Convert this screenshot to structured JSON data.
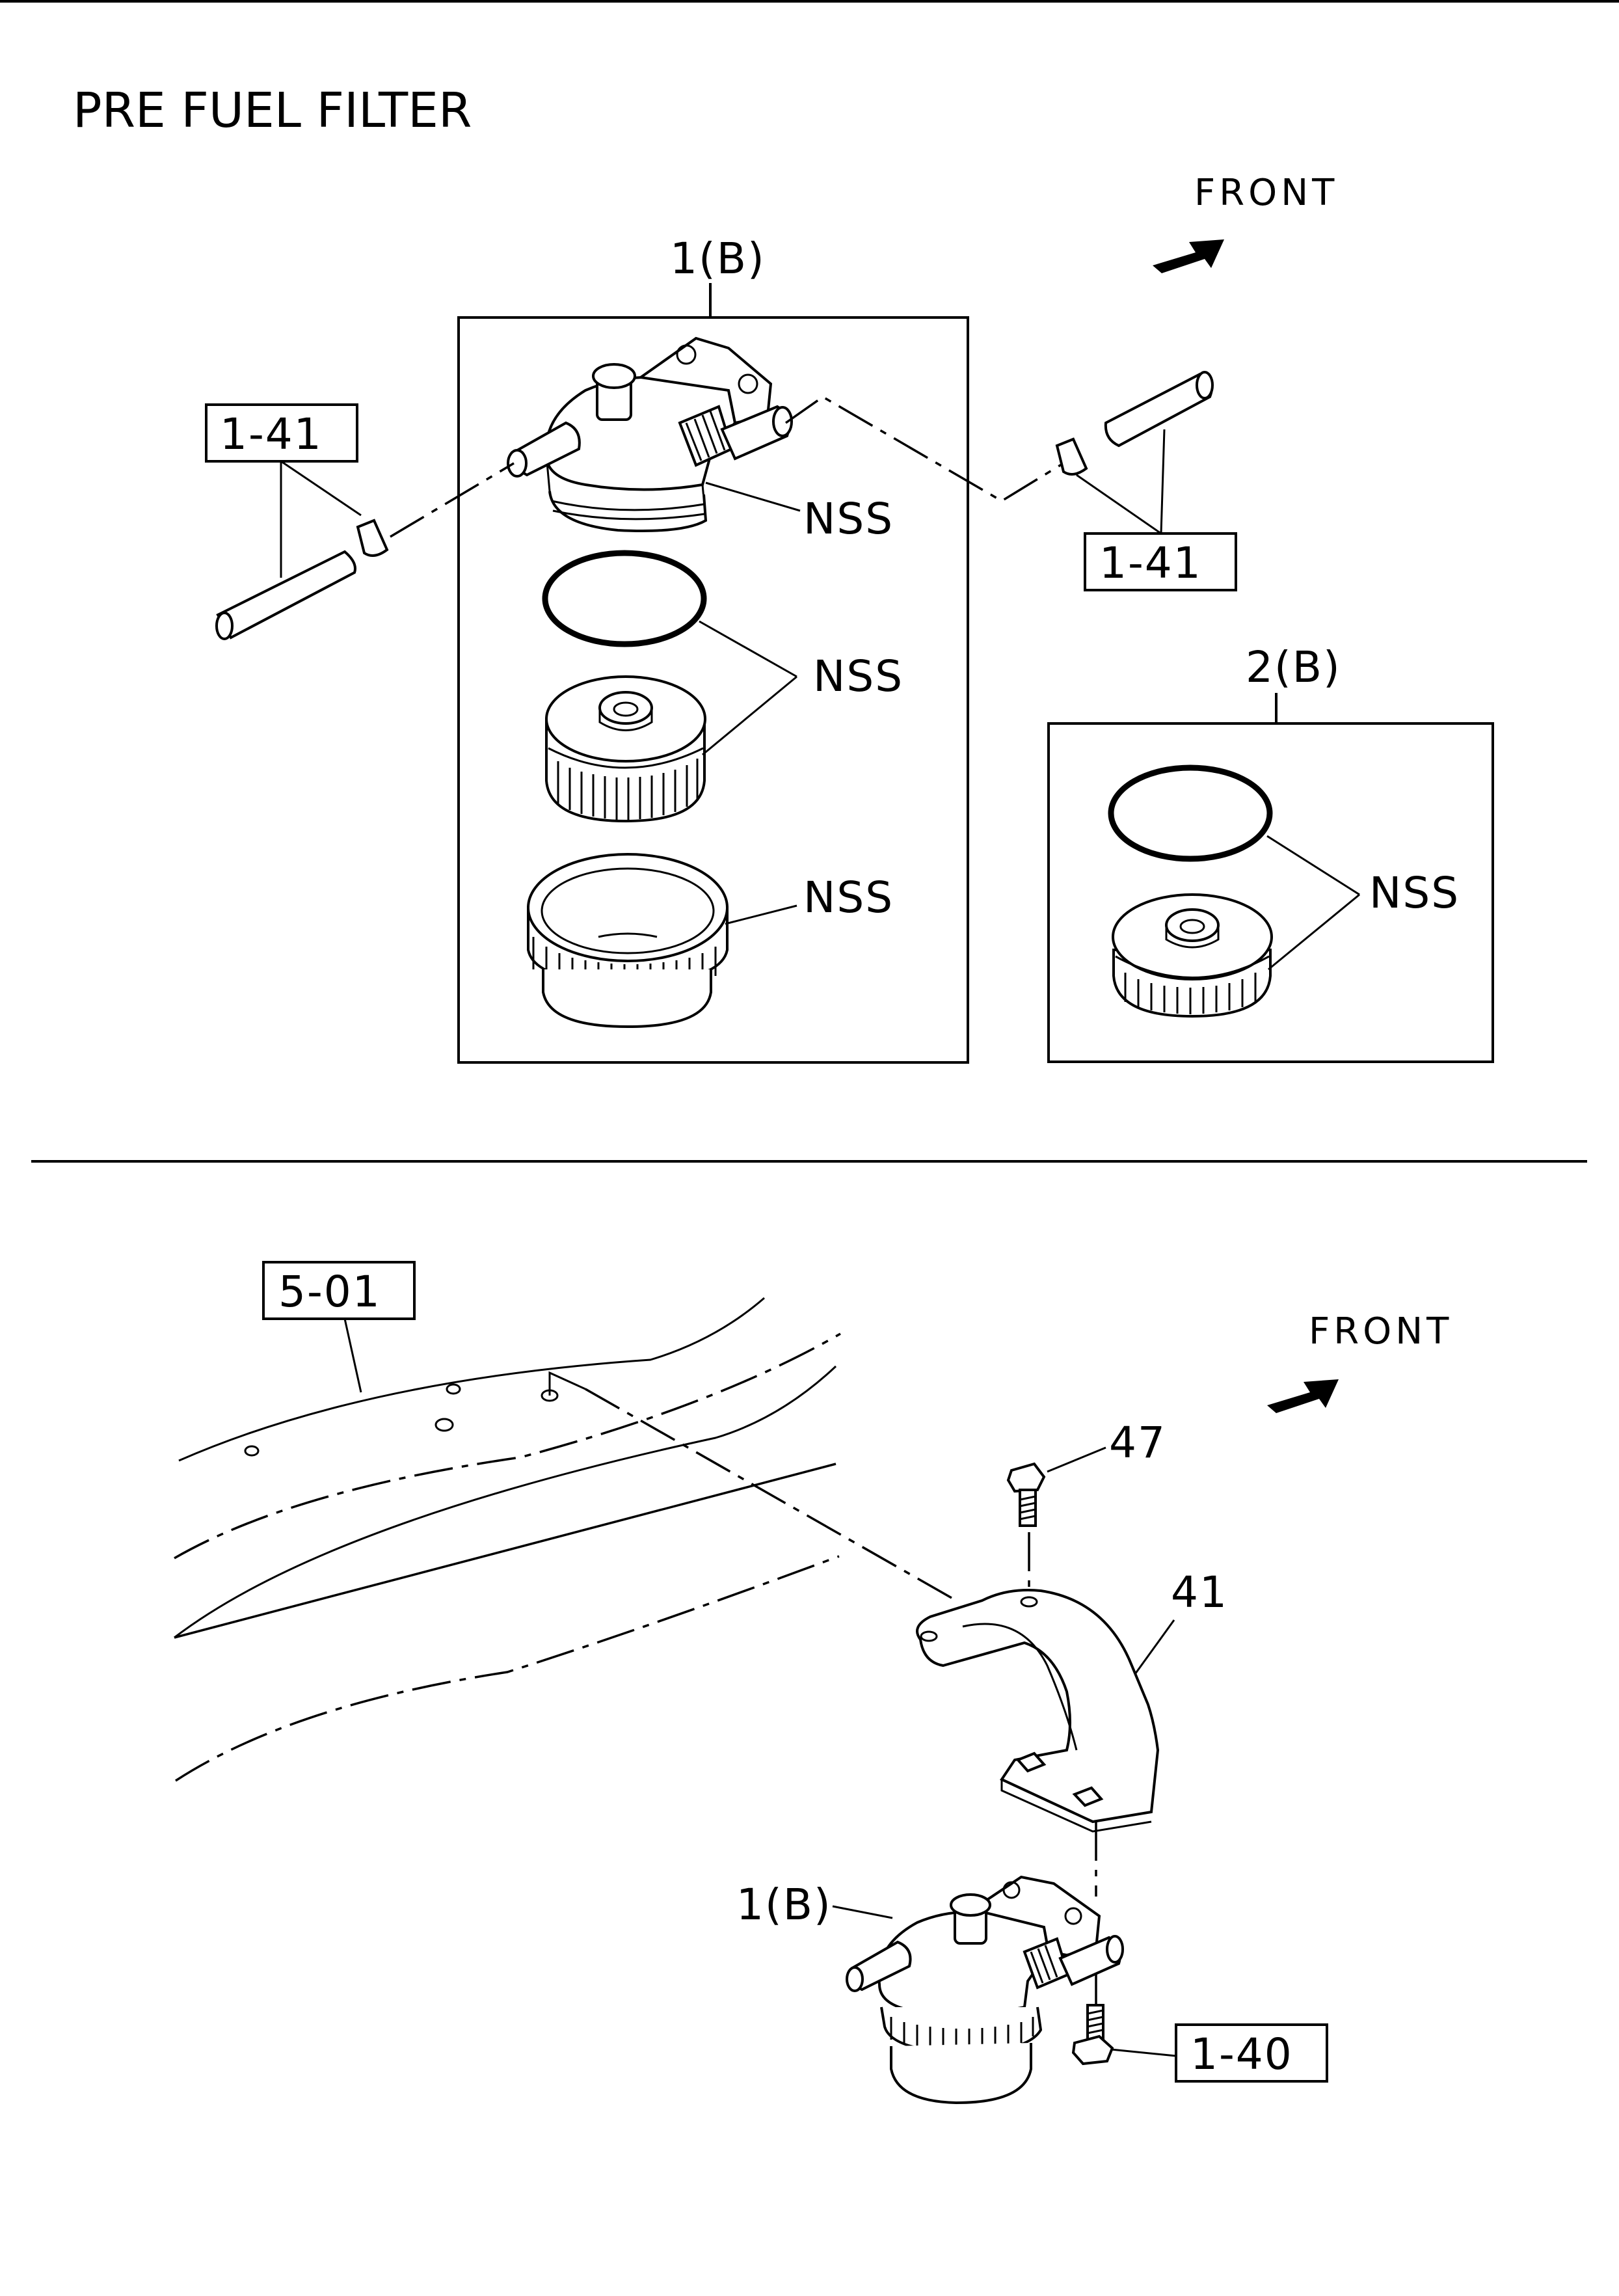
{
  "title": "PRE FUEL FILTER",
  "labels": {
    "front_top": "FRONT",
    "front_bottom": "FRONT",
    "part_1b_top": "1(B)",
    "part_2b": "2(B)",
    "ref_1_41_left": "1-41",
    "ref_1_41_right": "1-41",
    "nss_housing": "NSS",
    "nss_element": "NSS",
    "nss_bowl": "NSS",
    "nss_kit": "NSS",
    "ref_5_01": "5-01",
    "part_47": "47",
    "part_41": "41",
    "part_1b_bottom": "1(B)",
    "ref_1_40": "1-40"
  }
}
